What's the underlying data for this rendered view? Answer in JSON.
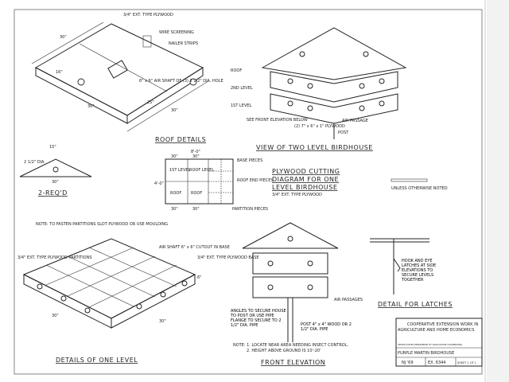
{
  "roof_details": {
    "title": "ROOF DETAILS",
    "labels": [
      "3/4\" EXT. TYPE PLYWOOD",
      "WIRE SCREENING",
      "NAILER STRIPS",
      "6\" x 6\" AIR SHAFT OF (3) 2 1/2\" DIA. HOLE"
    ],
    "dims": [
      "30\"",
      "16\"",
      "30\"",
      "30\"",
      "25\""
    ]
  },
  "roof_end": {
    "title": "2-REQ'D",
    "dims": [
      "15\"",
      "2 1/2\" DIA.",
      "30\""
    ]
  },
  "two_level_view": {
    "title": "VIEW OF TWO LEVEL BIRDHOUSE",
    "labels": [
      "ROOF",
      "2ND LEVEL",
      "1ST LEVEL",
      "SEE FRONT ELEVATION BELOW",
      "(2) 7\" x 6\" x 1\" PLYWOOD",
      "AIR PASSAGE",
      "POST"
    ]
  },
  "cutting_diagram": {
    "title_lines": [
      "PLYWOOD CUTTING",
      "DIAGRAM FOR ONE",
      "LEVEL BIRDHOUSE"
    ],
    "material": "3/4\" EXT. TYPE PLYWOOD",
    "pieces": [
      "1ST LEVEL",
      "ROOF LEVEL",
      "ROOF",
      "ROOF"
    ],
    "labels": [
      "BASE PIECES",
      "ROOF END PIECES",
      "PARTITION PIECES"
    ],
    "dims": [
      "8'-0\"",
      "30\"",
      "30\"",
      "4'-0\"",
      "30\"",
      "30\""
    ]
  },
  "scale_note": "UNLESS OTHERWISE NOTED",
  "one_level": {
    "title": "DETAILS OF ONE LEVEL",
    "labels": [
      "NOTE: TO FASTEN PARTITIONS SLOT PLYWOOD OR USE MOULDING",
      "AIR SHAFT 6\" x 6\" CUTOUT IN BASE",
      "3/4\" EXT. TYPE PLYWOOD PARTITIONS",
      "3/4\" EXT. TYPE PLYWOOD BASE"
    ],
    "dims": [
      "30\"",
      "30\"",
      "6\""
    ]
  },
  "front_elevation": {
    "title": "FRONT ELEVATION",
    "labels": [
      "AIR PASSAGES",
      "ANGLES TO SECURE HOUSE TO POST OR USE PIPE FLANGE TO SECURE TO 2 1/2\" DIA. PIPE",
      "POST 4\" x 4\" WOOD OR 2 1/2\" DIA. PIPE"
    ],
    "notes": [
      "NOTE: 1. LOCATE NEAR AREA NEEDING INSECT CONTROL.",
      "2. HEIGHT ABOVE GROUND IS 10'-20'"
    ]
  },
  "latches": {
    "title": "DETAIL FOR LATCHES",
    "label": "HOOK AND EYE LATCHES AT SIDE ELEVATIONS TO SECURE LEVELS TOGETHER"
  },
  "title_block": {
    "org_line1": "COOPERATIVE EXTENSION WORK IN",
    "org_line2": "AGRICULTURE AND HOME ECONOMICS",
    "org_line3": "UNITED STATES DEPARTMENT OF AGRICULTURE COOPERATING",
    "drawing_title": "PURPLE MARTIN BIRDHOUSE",
    "state": "NJ '69",
    "number": "EX. 6344",
    "sheet": "SHEET 1 OF 1"
  }
}
